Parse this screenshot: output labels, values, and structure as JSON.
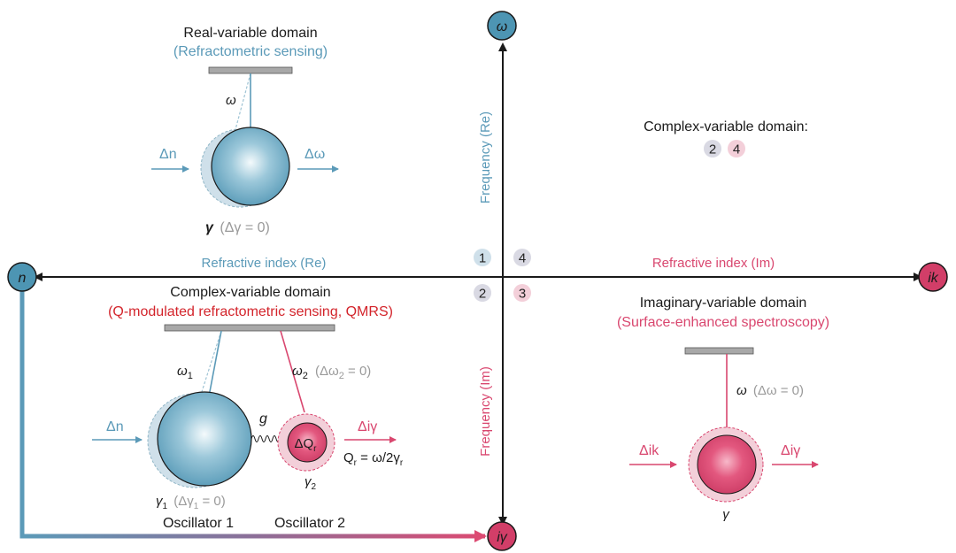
{
  "colors": {
    "blue": "#5b9ab8",
    "pink": "#d9476f",
    "red": "#d3242b",
    "gray": "#9a9a9a",
    "black": "#1a1a1a",
    "badge_blue": "#cfe0ea",
    "badge_gray": "#d9d9e3",
    "badge_pink": "#f3cfd9",
    "pendulum_bar": "#a8a8a8"
  },
  "axes": {
    "top_node": "ω",
    "bottom_node": "iγ",
    "left_node": "n",
    "right_node": "ik",
    "top_label": "Frequency (Re)",
    "bottom_label": "Frequency (Im)",
    "left_label": "Refractive index (Re)",
    "right_label": "Refractive index (Im)"
  },
  "quadrant_badges": {
    "q1": "1",
    "q2": "2",
    "q3": "3",
    "q4": "4"
  },
  "top_left": {
    "title": "Real-variable domain",
    "subtitle": "(Refractometric sensing)",
    "omega_label": "ω",
    "delta_n": "Δn",
    "delta_omega": "Δω",
    "gamma_label": "γ",
    "gamma_note": "(Δγ = 0)"
  },
  "top_right": {
    "title": "Complex-variable domain:",
    "badge_a": "2",
    "badge_b": "4"
  },
  "bottom_left": {
    "title": "Complex-variable domain",
    "subtitle": "(Q-modulated refractometric sensing, QMRS)",
    "omega1": "ω",
    "omega1_sub": "1",
    "omega2": "ω",
    "omega2_sub": "2",
    "omega2_note_pre": "(Δω",
    "omega2_note_sub": "2",
    "omega2_note_post": " = 0)",
    "coupling": "g",
    "delta_n": "Δn",
    "delta_q": "ΔQ",
    "delta_q_sub": "r",
    "delta_igamma": "Δiγ",
    "q_formula_pre": "Q",
    "q_formula_sub": "r",
    "q_formula_mid": " = ω/2γ",
    "q_formula_sub2": "r",
    "gamma1": "γ",
    "gamma1_sub": "1",
    "gamma1_note_pre": "(Δγ",
    "gamma1_note_sub": "1",
    "gamma1_note_post": " = 0)",
    "gamma2": "γ",
    "gamma2_sub": "2",
    "oscillator1": "Oscillator 1",
    "oscillator2": "Oscillator 2"
  },
  "bottom_right": {
    "title": "Imaginary-variable domain",
    "subtitle": "(Surface-enhanced spectroscopy)",
    "omega_label": "ω",
    "omega_note": "(Δω = 0)",
    "delta_ik": "Δik",
    "delta_igamma": "Δiγ",
    "gamma_label": "γ"
  }
}
